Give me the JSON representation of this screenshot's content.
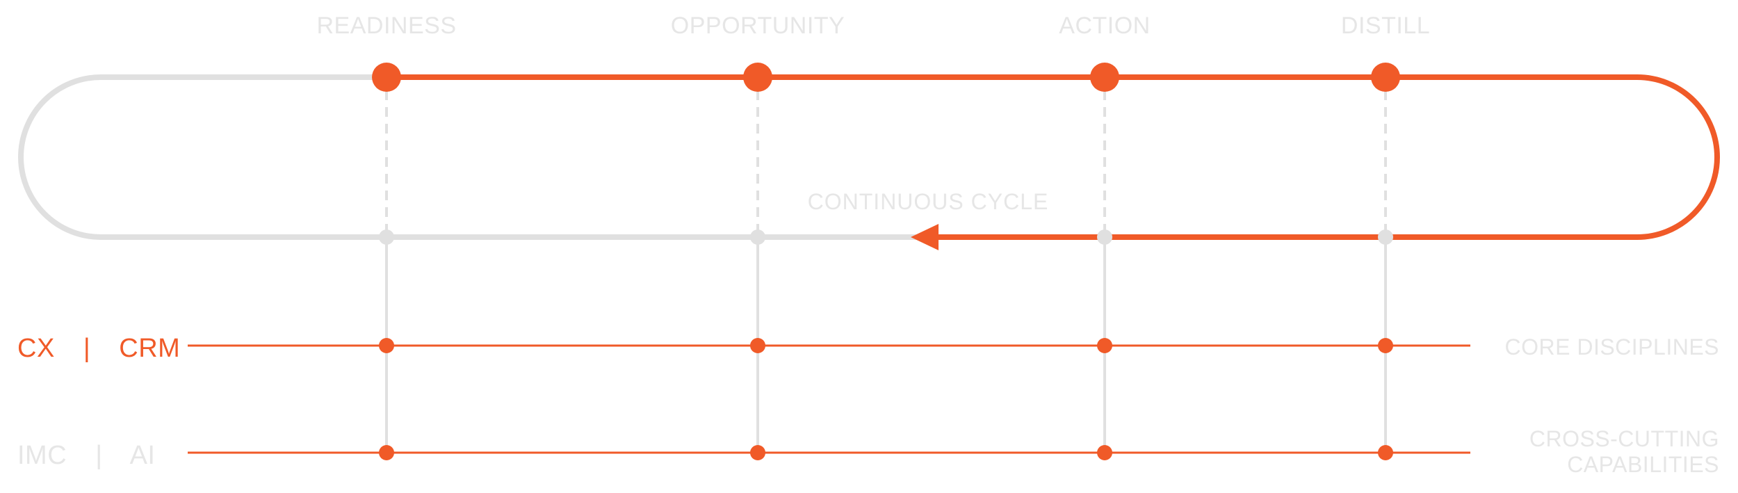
{
  "colors": {
    "accent": "#f05a28",
    "muted": "#e0e0e0",
    "label_muted": "#e6e6e6"
  },
  "stages": [
    {
      "label": "READINESS"
    },
    {
      "label": "OPPORTUNITY"
    },
    {
      "label": "ACTION"
    },
    {
      "label": "DISTILL"
    }
  ],
  "cycle": {
    "label": "CONTINUOUS CYCLE"
  },
  "rows": [
    {
      "left_parts": [
        "CX",
        "|",
        "CRM"
      ],
      "right_lines": [
        "CORE DISCIPLINES"
      ],
      "left_color": "#f05a28"
    },
    {
      "left_parts": [
        "IMC",
        "|",
        "AI"
      ],
      "right_lines": [
        "CROSS-CUTTING",
        "CAPABILITIES"
      ],
      "left_color": "#e6e6e6"
    }
  ]
}
